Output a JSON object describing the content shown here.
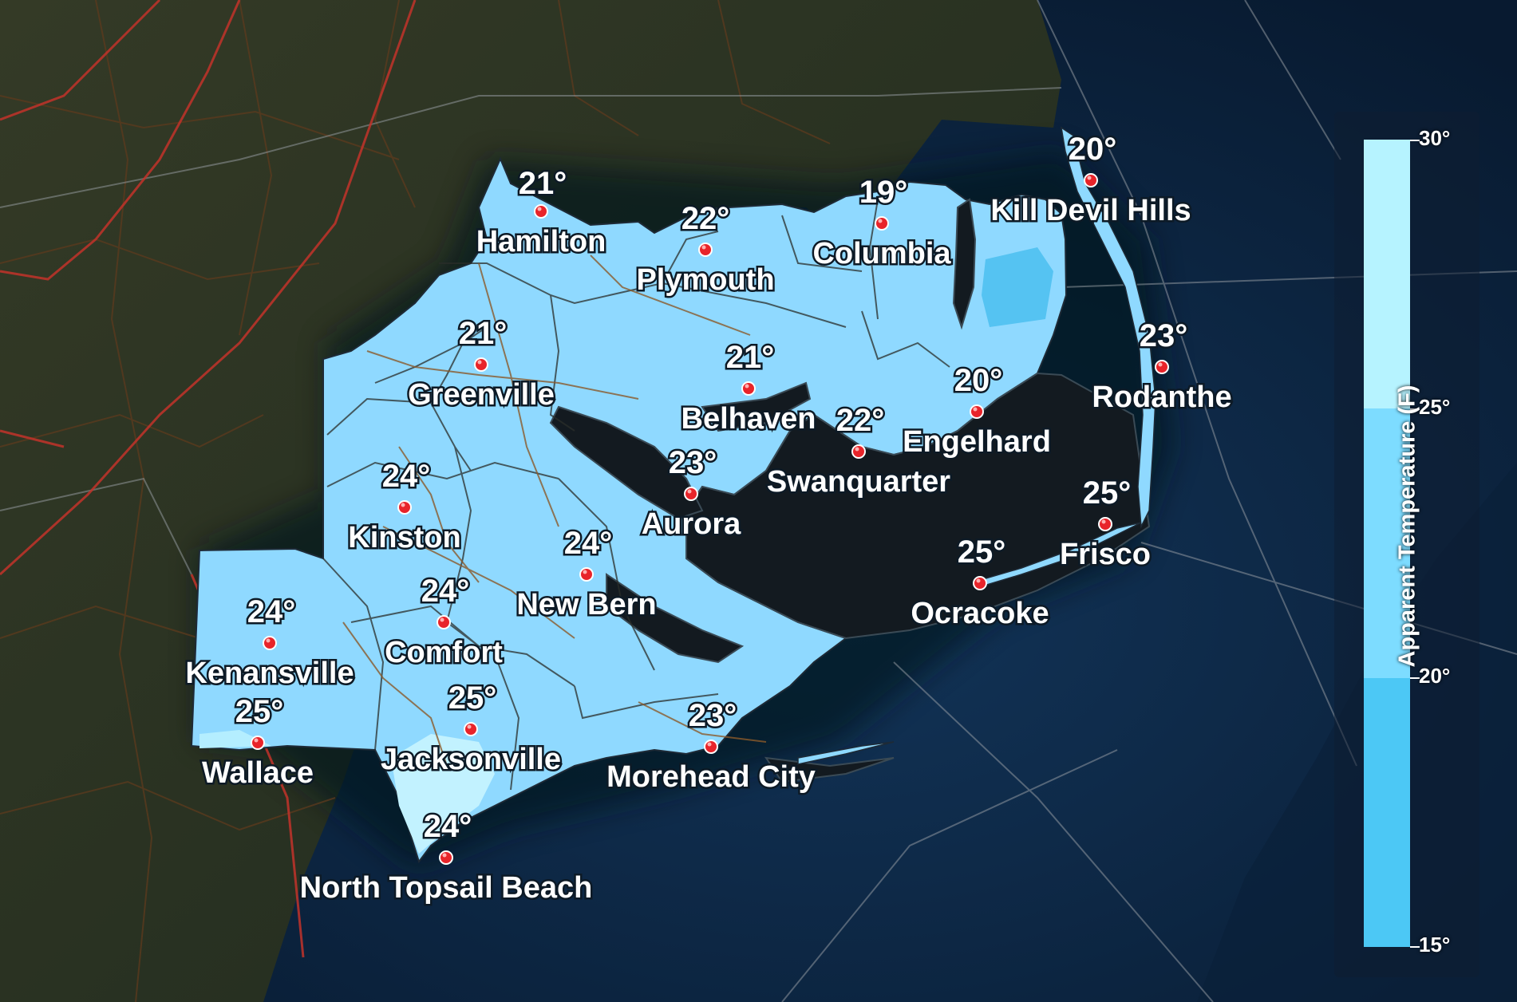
{
  "legend": {
    "title": "Apparent Temperature (F)",
    "ticks": [
      "30°",
      "25°",
      "20°",
      "15°"
    ],
    "colors": [
      "#b6f3ff",
      "#7ddcff",
      "#4cc8f5"
    ]
  },
  "map": {
    "land_color": "#2c3a2a",
    "water_color": "#0e2642",
    "region_color": "#8fd9ff",
    "road_color": "#c2412e",
    "county_line_color": "#3d2a1a",
    "marker_color": "#e8242a"
  },
  "cities": [
    {
      "name": "Hamilton",
      "temp": "21°"
    },
    {
      "name": "Plymouth",
      "temp": "22°"
    },
    {
      "name": "Columbia",
      "temp": "19°"
    },
    {
      "name": "Kill Devil Hills",
      "temp": "20°"
    },
    {
      "name": "Greenville",
      "temp": "21°"
    },
    {
      "name": "Belhaven",
      "temp": "21°"
    },
    {
      "name": "Swanquarter",
      "temp": "22°"
    },
    {
      "name": "Engelhard",
      "temp": "20°"
    },
    {
      "name": "Rodanthe",
      "temp": "23°"
    },
    {
      "name": "Kinston",
      "temp": "24°"
    },
    {
      "name": "Aurora",
      "temp": "23°"
    },
    {
      "name": "New Bern",
      "temp": "24°"
    },
    {
      "name": "Comfort",
      "temp": "24°"
    },
    {
      "name": "Kenansville",
      "temp": "24°"
    },
    {
      "name": "Wallace",
      "temp": "25°"
    },
    {
      "name": "Jacksonville",
      "temp": "25°"
    },
    {
      "name": "Morehead City",
      "temp": "23°"
    },
    {
      "name": "Frisco",
      "temp": "25°"
    },
    {
      "name": "Ocracoke",
      "temp": "25°"
    },
    {
      "name": "North Topsail Beach",
      "temp": "24°"
    }
  ]
}
